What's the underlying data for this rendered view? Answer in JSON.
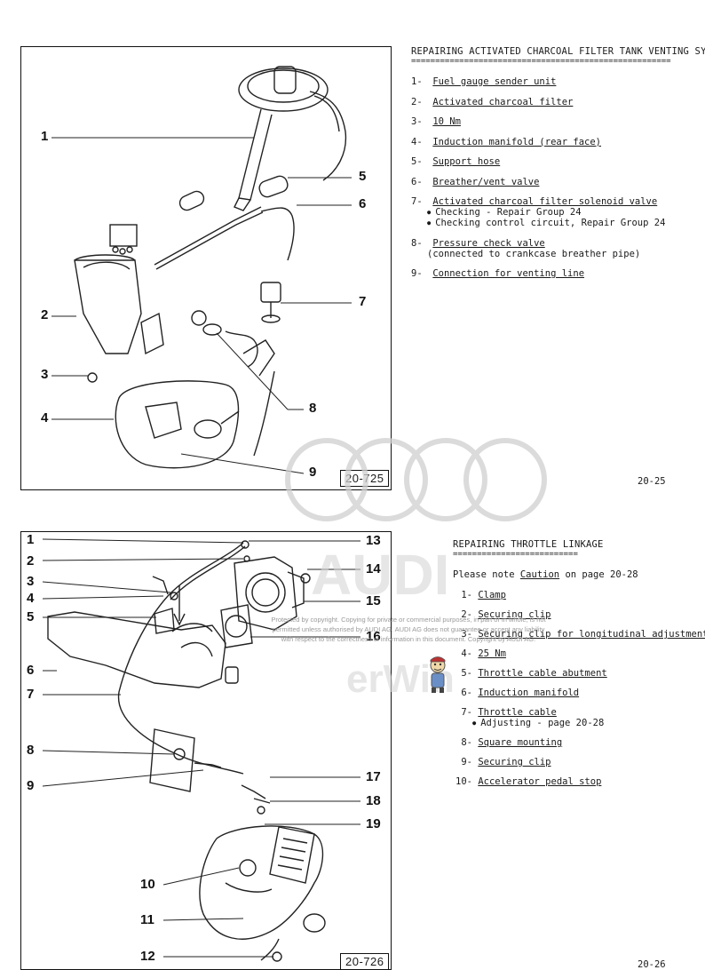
{
  "top": {
    "heading": "REPAIRING ACTIVATED CHARCOAL FILTER TANK VENTING SYST",
    "rule": "======================================================",
    "figure_ref": "20-725",
    "callouts": [
      "1",
      "2",
      "3",
      "4",
      "5",
      "6",
      "7",
      "8",
      "9"
    ],
    "items": [
      {
        "num": "1-",
        "label": "Fuel gauge sender unit"
      },
      {
        "num": "2-",
        "label": "Activated charcoal filter"
      },
      {
        "num": "3-",
        "label": "10 Nm"
      },
      {
        "num": "4-",
        "label": "Induction manifold (rear face)"
      },
      {
        "num": "5-",
        "label": "Support hose"
      },
      {
        "num": "6-",
        "label": "Breather/vent valve"
      },
      {
        "num": "7-",
        "label": "Activated charcoal filter solenoid valve",
        "subs": [
          "Checking - Repair Group 24",
          "Checking control circuit, Repair Group 24"
        ]
      },
      {
        "num": "8-",
        "label": "Pressure check valve",
        "note": "(connected to crankcase breather pipe)"
      },
      {
        "num": "9-",
        "label": "Connection for venting line"
      }
    ],
    "page_number": "20-25"
  },
  "bottom": {
    "heading": "REPAIRING THROTTLE LINKAGE",
    "rule": "==========================",
    "intro_prefix": "Please note ",
    "intro_link": "Caution",
    "intro_suffix": " on page 20-28",
    "figure_ref": "20-726",
    "callouts": [
      "1",
      "2",
      "3",
      "4",
      "5",
      "6",
      "7",
      "8",
      "9",
      "10",
      "11",
      "12",
      "13",
      "14",
      "15",
      "16",
      "17",
      "18",
      "19"
    ],
    "items": [
      {
        "num": "1-",
        "label": "Clamp"
      },
      {
        "num": "2-",
        "label": "Securing clip"
      },
      {
        "num": "3-",
        "label": "Securing clip for longitudinal adjustment"
      },
      {
        "num": "4-",
        "label": "25 Nm"
      },
      {
        "num": "5-",
        "label": "Throttle cable abutment"
      },
      {
        "num": "6-",
        "label": "Induction manifold"
      },
      {
        "num": "7-",
        "label": "Throttle cable",
        "subs": [
          "Adjusting - page 20-28"
        ]
      },
      {
        "num": "8-",
        "label": "Square mounting"
      },
      {
        "num": "9-",
        "label": "Securing clip"
      },
      {
        "num": "10-",
        "label": "Accelerator pedal stop"
      }
    ],
    "page_number": "20-26"
  },
  "watermark": {
    "line1": "Protected by copyright. Copying for private or commercial purposes, in part or in whole, is not",
    "line2": "permitted unless authorised by AUDI AG. AUDI AG does not guarantee or accept any liability",
    "line3": "with respect to the correctness of information in this document. Copyright by AUDI AG.",
    "brand": "AUDI",
    "brand2": "erWin"
  }
}
